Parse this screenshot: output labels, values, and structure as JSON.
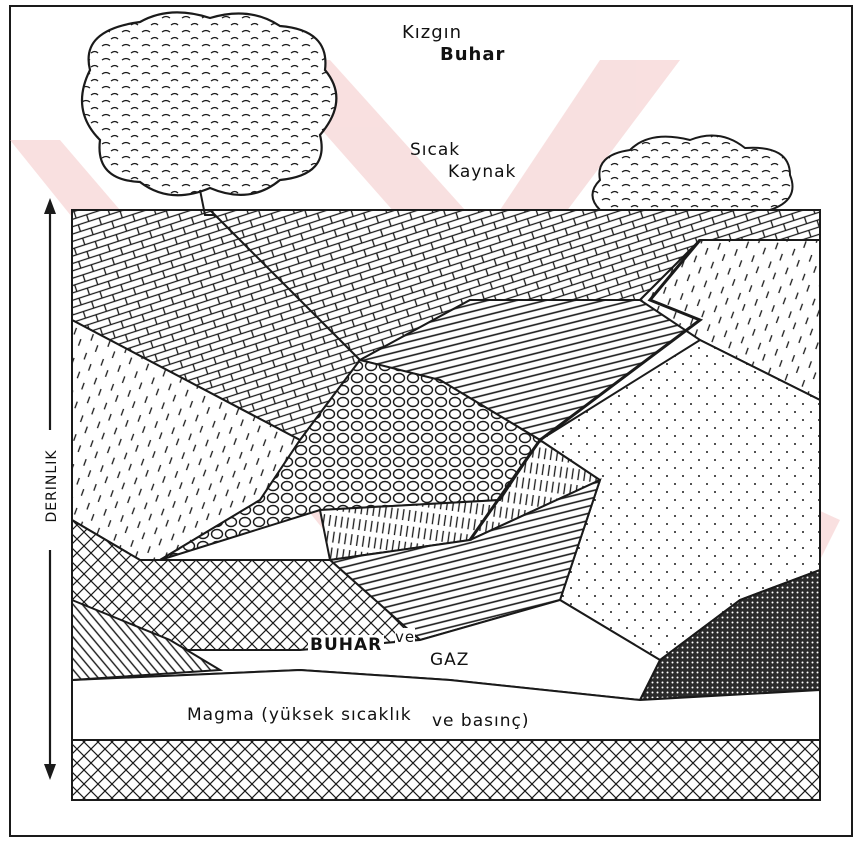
{
  "diagram": {
    "labels": {
      "superheated": "Kızgın",
      "steam": "Buhar",
      "hot": "Sıcak",
      "spring": "Kaynak",
      "depth_axis": "DERINLIK",
      "vapor": "BUHAR",
      "and": "ve",
      "gas": "GAZ",
      "magma": "Magma (yüksek sıcaklık",
      "magma_cont": "ve basınç)"
    },
    "colors": {
      "ink": "#1a1a1a",
      "watermark": "#f4c7c7",
      "paper": "#ffffff"
    }
  }
}
